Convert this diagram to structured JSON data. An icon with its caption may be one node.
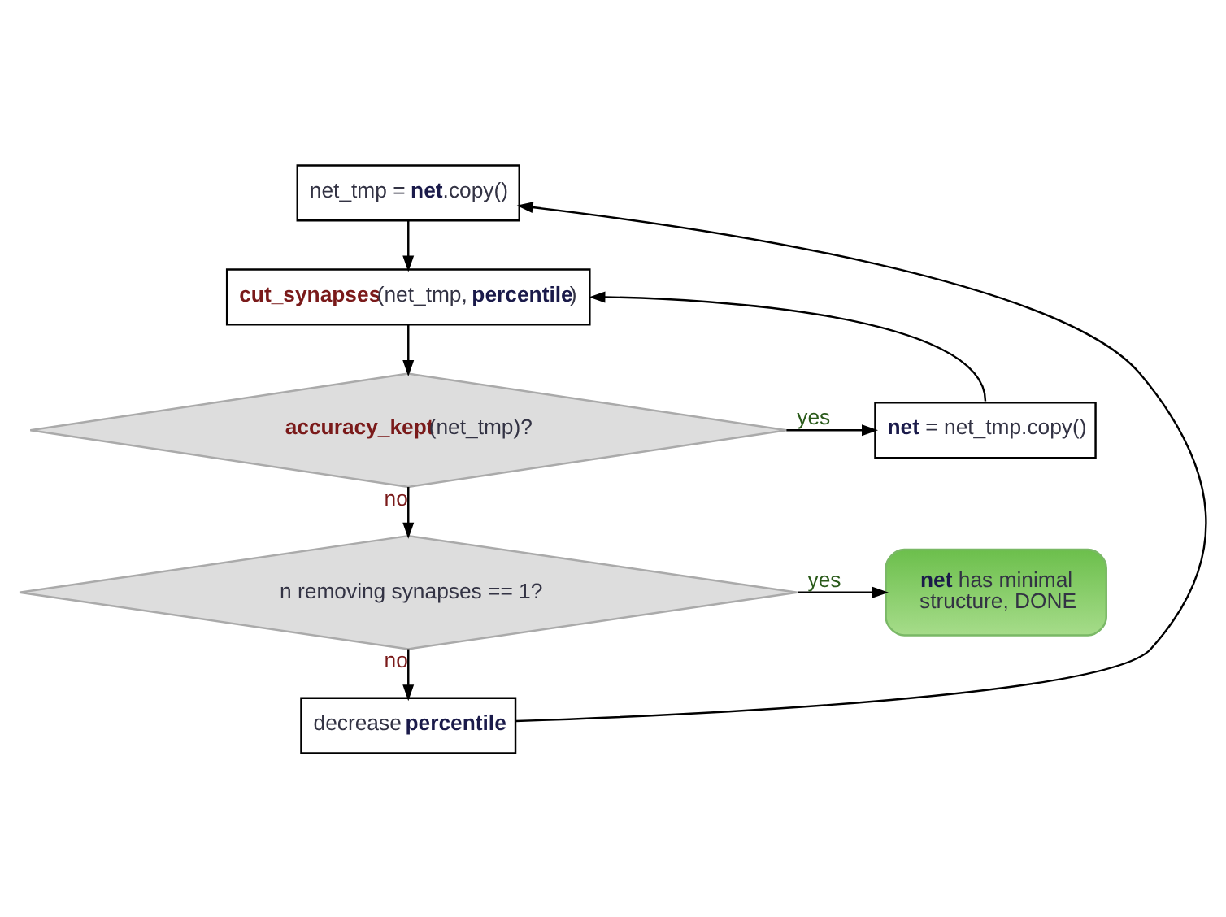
{
  "diagram": {
    "nodes": [
      {
        "text": [
          "net_tmp = **net**.copy()"
        ]
      },
      {
        "text": [
          "**cut_synapses**(net_tmp, **percentile**)"
        ]
      },
      {
        "text": [
          "**accuracy_kept**(net_tmp)?"
        ]
      },
      {
        "text": [
          "**net** = net_tmp.copy()"
        ]
      },
      {
        "text": [
          "n removing synapses == 1?"
        ]
      },
      {
        "text": [
          "**net** has minimal structure, DONE"
        ]
      },
      {
        "text": [
          "decrease **percentile**"
        ]
      }
    ],
    "edges": [
      {
        "from": 0,
        "to": 1,
        "arrow": "to"
      },
      {
        "from": 1,
        "to": 2,
        "arrow": "to"
      },
      {
        "from": 2,
        "to": 3,
        "arrow": "to",
        "label": "yes"
      },
      {
        "from": 3,
        "to": 1,
        "arrow": "to"
      },
      {
        "from": 2,
        "to": 4,
        "arrow": "to",
        "label": "no"
      },
      {
        "from": 4,
        "to": 5,
        "arrow": "to",
        "label": "yes"
      },
      {
        "from": 4,
        "to": 6,
        "arrow": "to",
        "label": "no"
      },
      {
        "from": 6,
        "to": 0,
        "arrow": "to"
      }
    ]
  }
}
